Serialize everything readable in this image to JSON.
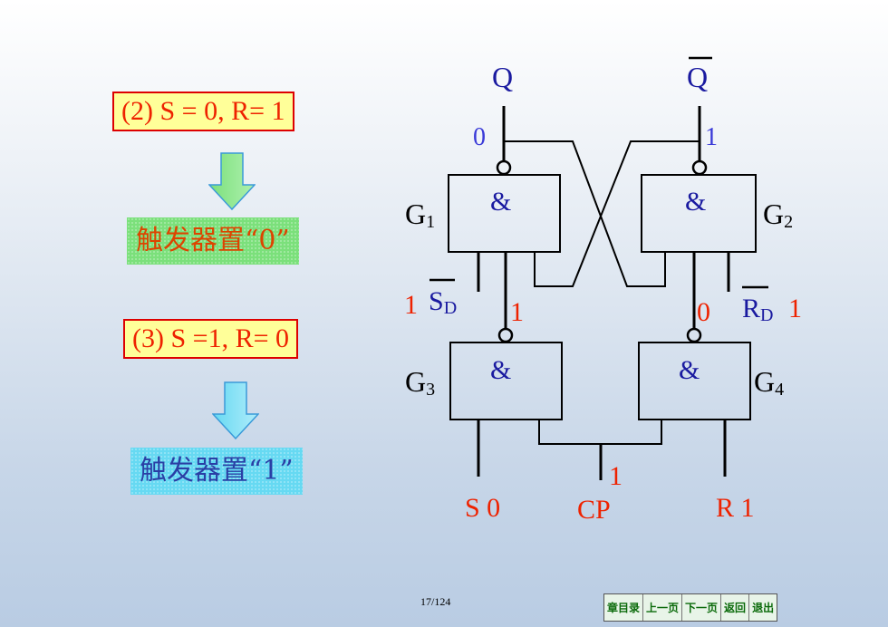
{
  "left_panel": {
    "step2": "(2) S = 0,  R= 1",
    "result2": "触发器置“0”",
    "step3": "(3) S =1,  R= 0",
    "result3": "触发器置“1”"
  },
  "circuit": {
    "q_label": "Q",
    "qbar_label": "Q",
    "q_value": "0",
    "qbar_value": "1",
    "gate_symbol": "&",
    "g1": "G",
    "g1_sub": "1",
    "g2": "G",
    "g2_sub": "2",
    "g3": "G",
    "g3_sub": "3",
    "g4": "G",
    "g4_sub": "4",
    "sd_value": "1",
    "sd_label": "S",
    "sd_sub": "D",
    "rd_label": "R",
    "rd_sub": "D",
    "rd_value": "1",
    "g3_out_value": "1",
    "g4_out_value": "0",
    "s_label": "S 0",
    "cp_label": "CP",
    "cp_value": "1",
    "r_label": "R 1"
  },
  "colors": {
    "blue": "#1a1aa0",
    "red": "#ee2200",
    "value_blue": "#3a3ad8"
  },
  "footer": {
    "page": "17/124",
    "nav": [
      "章目录",
      "上一页",
      "下一页",
      "返回",
      "退出"
    ]
  }
}
